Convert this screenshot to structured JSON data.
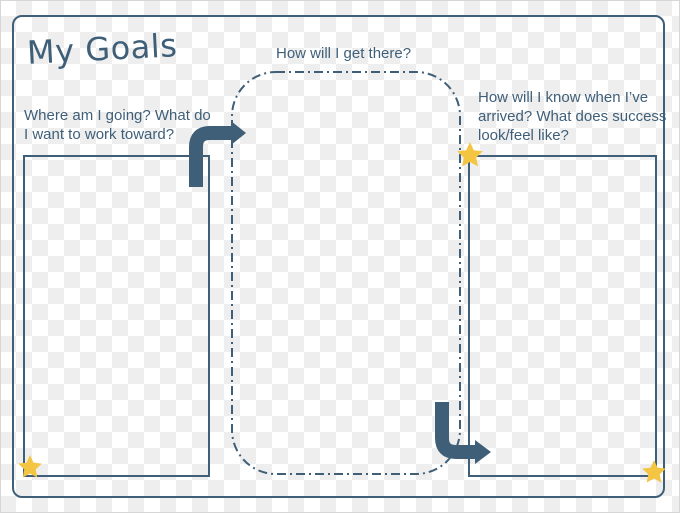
{
  "title": "My Goals",
  "prompts": {
    "where_going": "Where am I going? What do I want to work toward?",
    "how_get_there": "How will I get there?",
    "how_know_arrived": "How will I know when I’ve arrived? What does success look/feel like?"
  },
  "colors": {
    "navy": "#3f5f78",
    "star": "#f4c542"
  },
  "icons": [
    "star-icon",
    "bent-arrow-right-icon",
    "bent-arrow-down-right-icon"
  ]
}
